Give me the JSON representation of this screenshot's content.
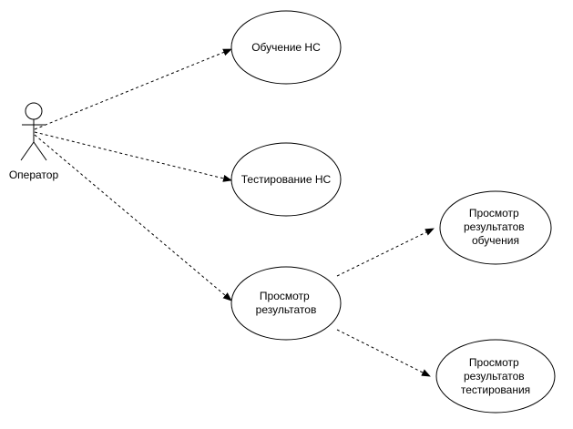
{
  "diagram": {
    "type": "uml-use-case",
    "actor": {
      "label": "Оператор"
    },
    "use_cases": {
      "training": {
        "lines": [
          "Обучение НС"
        ]
      },
      "testing": {
        "lines": [
          "Тестирование НС"
        ]
      },
      "view_results": {
        "lines": [
          "Просмотр",
          "результатов"
        ]
      },
      "view_training_results": {
        "lines": [
          "Просмотр",
          "результатов",
          "обучения"
        ]
      },
      "view_testing_results": {
        "lines": [
          "Просмотр",
          "результатов",
          "тестирования"
        ]
      }
    },
    "associations": [
      {
        "from": "actor",
        "to": "training",
        "style": "dashed-arrow"
      },
      {
        "from": "actor",
        "to": "testing",
        "style": "dashed-arrow"
      },
      {
        "from": "actor",
        "to": "view_results",
        "style": "dashed-arrow"
      },
      {
        "from": "view_results",
        "to": "view_training_results",
        "style": "dashed-arrow"
      },
      {
        "from": "view_results",
        "to": "view_testing_results",
        "style": "dashed-arrow"
      }
    ],
    "colors": {
      "stroke": "#000000",
      "fill": "#ffffff",
      "text": "#000000"
    }
  }
}
